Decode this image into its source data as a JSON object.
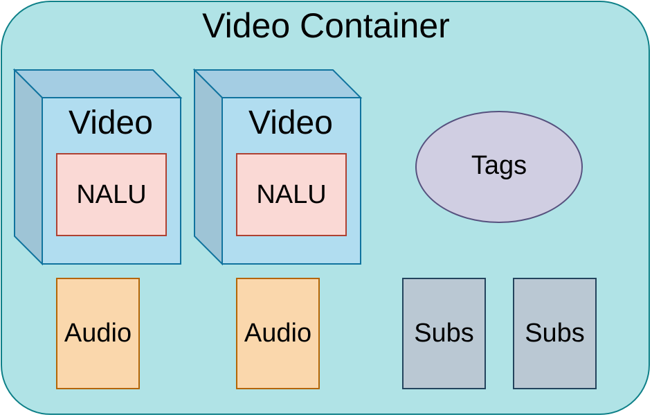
{
  "colors": {
    "container_fill": "#b0e3e6",
    "container_stroke": "#0e8088",
    "video_fill": "#b1ddf0",
    "video_stroke": "#10739e",
    "nalu_fill": "#fad9d5",
    "nalu_stroke": "#ae4132",
    "audio_fill": "#fad7ac",
    "audio_stroke": "#b46504",
    "subs_fill": "#bac8d3",
    "subs_stroke": "#23445d",
    "tags_fill": "#d0cee2",
    "tags_stroke": "#56517e"
  },
  "container": {
    "title": "Video Container"
  },
  "videos": [
    {
      "label": "Video",
      "nalu": "NALU"
    },
    {
      "label": "Video",
      "nalu": "NALU"
    }
  ],
  "audios": [
    {
      "label": "Audio"
    },
    {
      "label": "Audio"
    }
  ],
  "subs": [
    {
      "label": "Subs"
    },
    {
      "label": "Subs"
    }
  ],
  "tags": {
    "label": "Tags"
  }
}
